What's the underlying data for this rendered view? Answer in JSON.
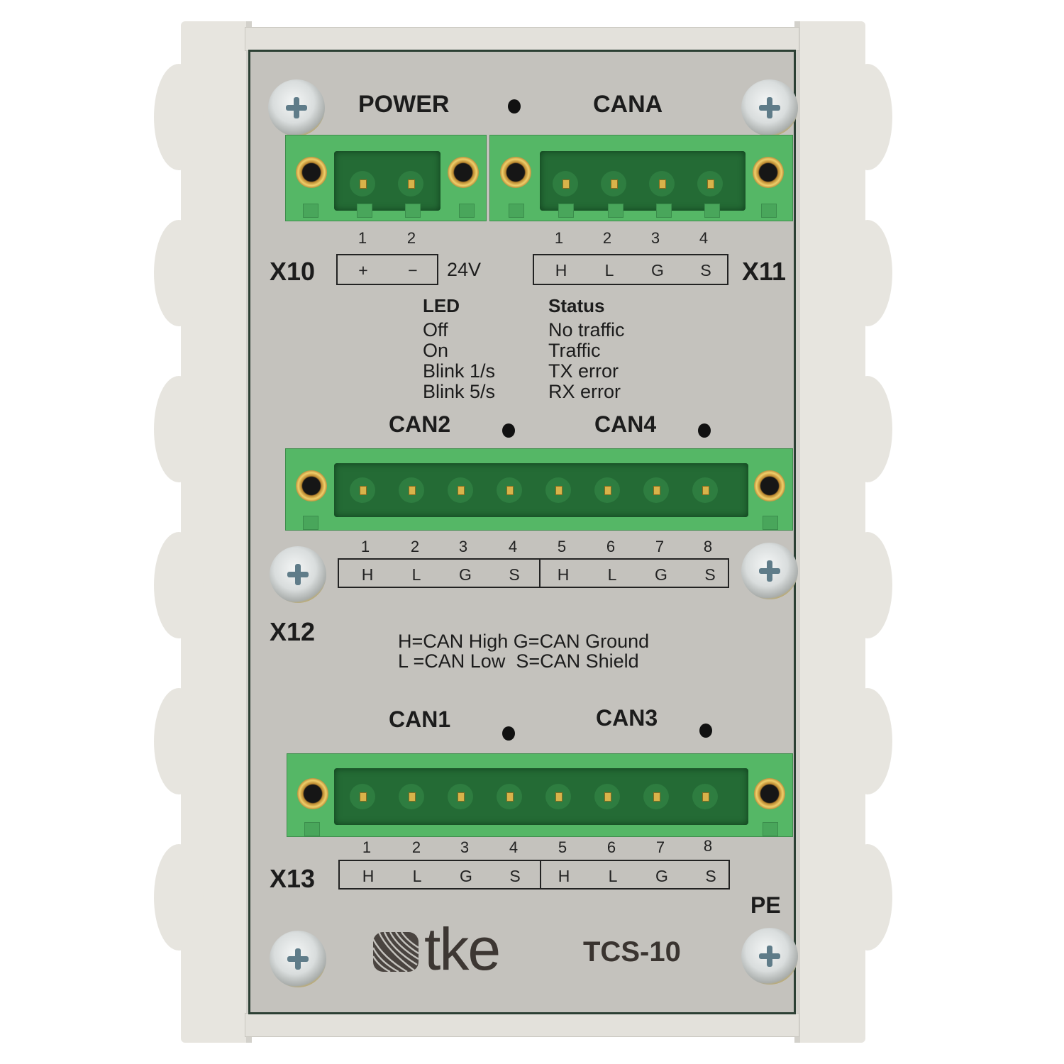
{
  "device": {
    "brand": "tke",
    "model": "TCS-10",
    "ground_label": "PE",
    "colors": {
      "panel": "#c4c2bd",
      "enclosure": "#e7e5df",
      "connector_green": "#55b766",
      "text": "#1c1c1c"
    }
  },
  "top_connectors": {
    "power": {
      "title": "POWER",
      "designator": "X10",
      "pins": [
        "1",
        "2"
      ],
      "signals": [
        "+",
        "−"
      ],
      "voltage": "24V"
    },
    "cana": {
      "title": "CANA",
      "designator": "X11",
      "pins": [
        "1",
        "2",
        "3",
        "4"
      ],
      "signals": [
        "H",
        "L",
        "G",
        "S"
      ]
    }
  },
  "led_legend": {
    "header_led": "LED",
    "header_status": "Status",
    "rows": [
      {
        "led": "Off",
        "status": "No traffic"
      },
      {
        "led": "On",
        "status": "Traffic"
      },
      {
        "led": "Blink 1/s",
        "status": "TX error"
      },
      {
        "led": "Blink 5/s",
        "status": "RX error"
      }
    ]
  },
  "x12": {
    "designator": "X12",
    "left_title": "CAN2",
    "right_title": "CAN4",
    "pins": [
      "1",
      "2",
      "3",
      "4",
      "5",
      "6",
      "7",
      "8"
    ],
    "signals": [
      "H",
      "L",
      "G",
      "S",
      "H",
      "L",
      "G",
      "S"
    ]
  },
  "signal_legend": {
    "line1": "H=CAN High G=CAN Ground",
    "line2": "L =CAN Low  S=CAN Shield"
  },
  "x13": {
    "designator": "X13",
    "left_title": "CAN1",
    "right_title": "CAN3",
    "pins": [
      "1",
      "2",
      "3",
      "4",
      "5",
      "6",
      "7",
      "8"
    ],
    "signals": [
      "H",
      "L",
      "G",
      "S",
      "H",
      "L",
      "G",
      "S"
    ]
  }
}
